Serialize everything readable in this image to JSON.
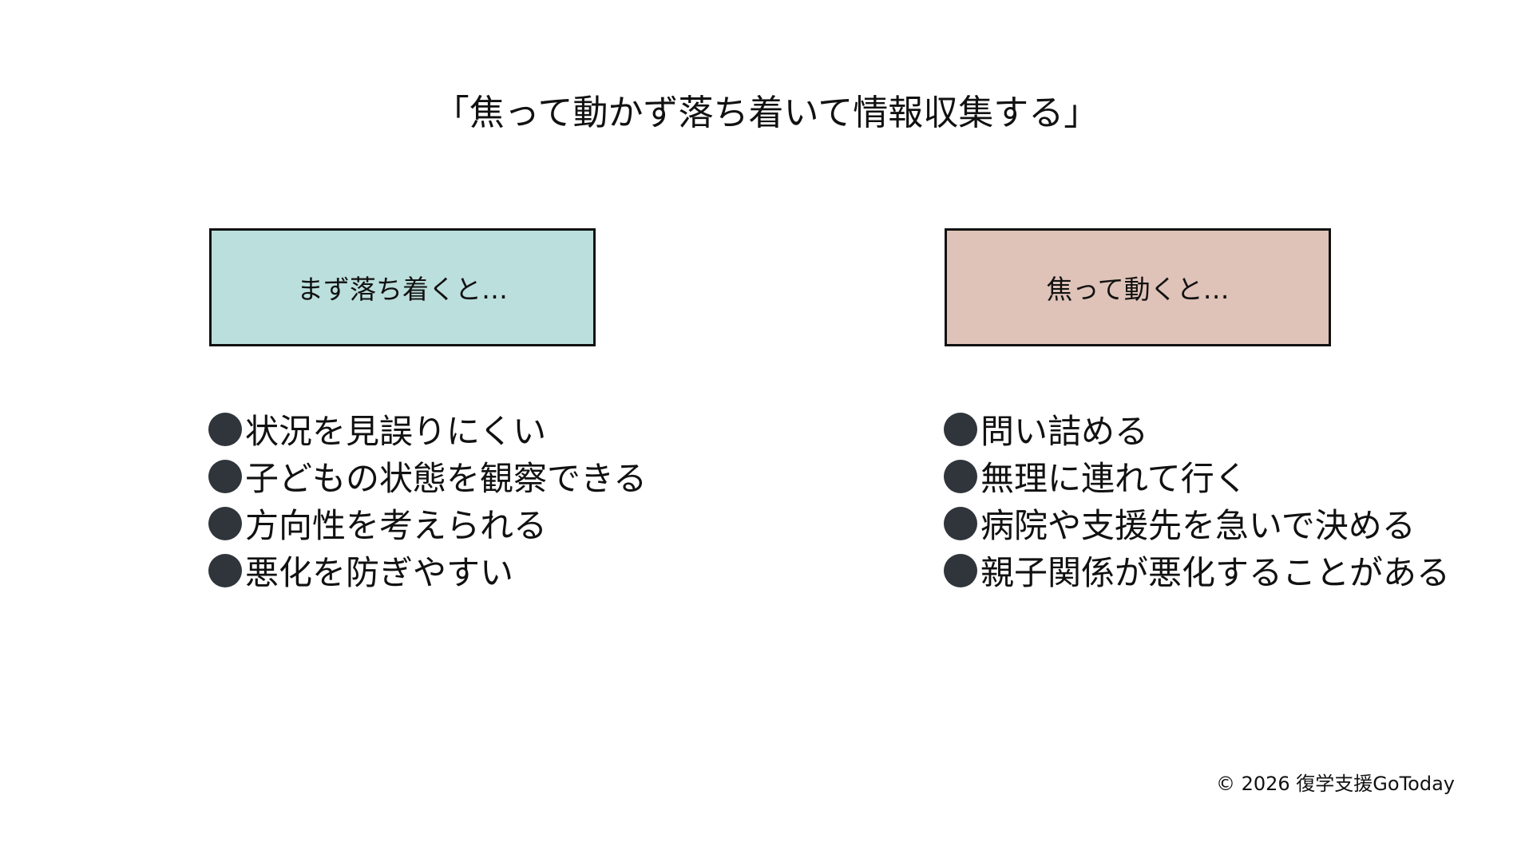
{
  "slide": {
    "title": "「焦って動かず落ち着いて情報収集する」",
    "left": {
      "box_label": "まず落ち着くと…",
      "box_color": "#bbdfdc",
      "items": [
        "状況を見誤りにくい",
        "子どもの状態を観察できる",
        "方向性を考えられる",
        "悪化を防ぎやすい"
      ]
    },
    "right": {
      "box_label": "焦って動くと…",
      "box_color": "#dfc3b8",
      "items": [
        "問い詰める",
        "無理に連れて行く",
        "病院や支援先を急いで決める",
        "親子関係が悪化することがある"
      ]
    },
    "bullet_icon": "filled-circle",
    "bullet_color": "#30343b",
    "footer": "© 2026 復学支援GoToday"
  }
}
